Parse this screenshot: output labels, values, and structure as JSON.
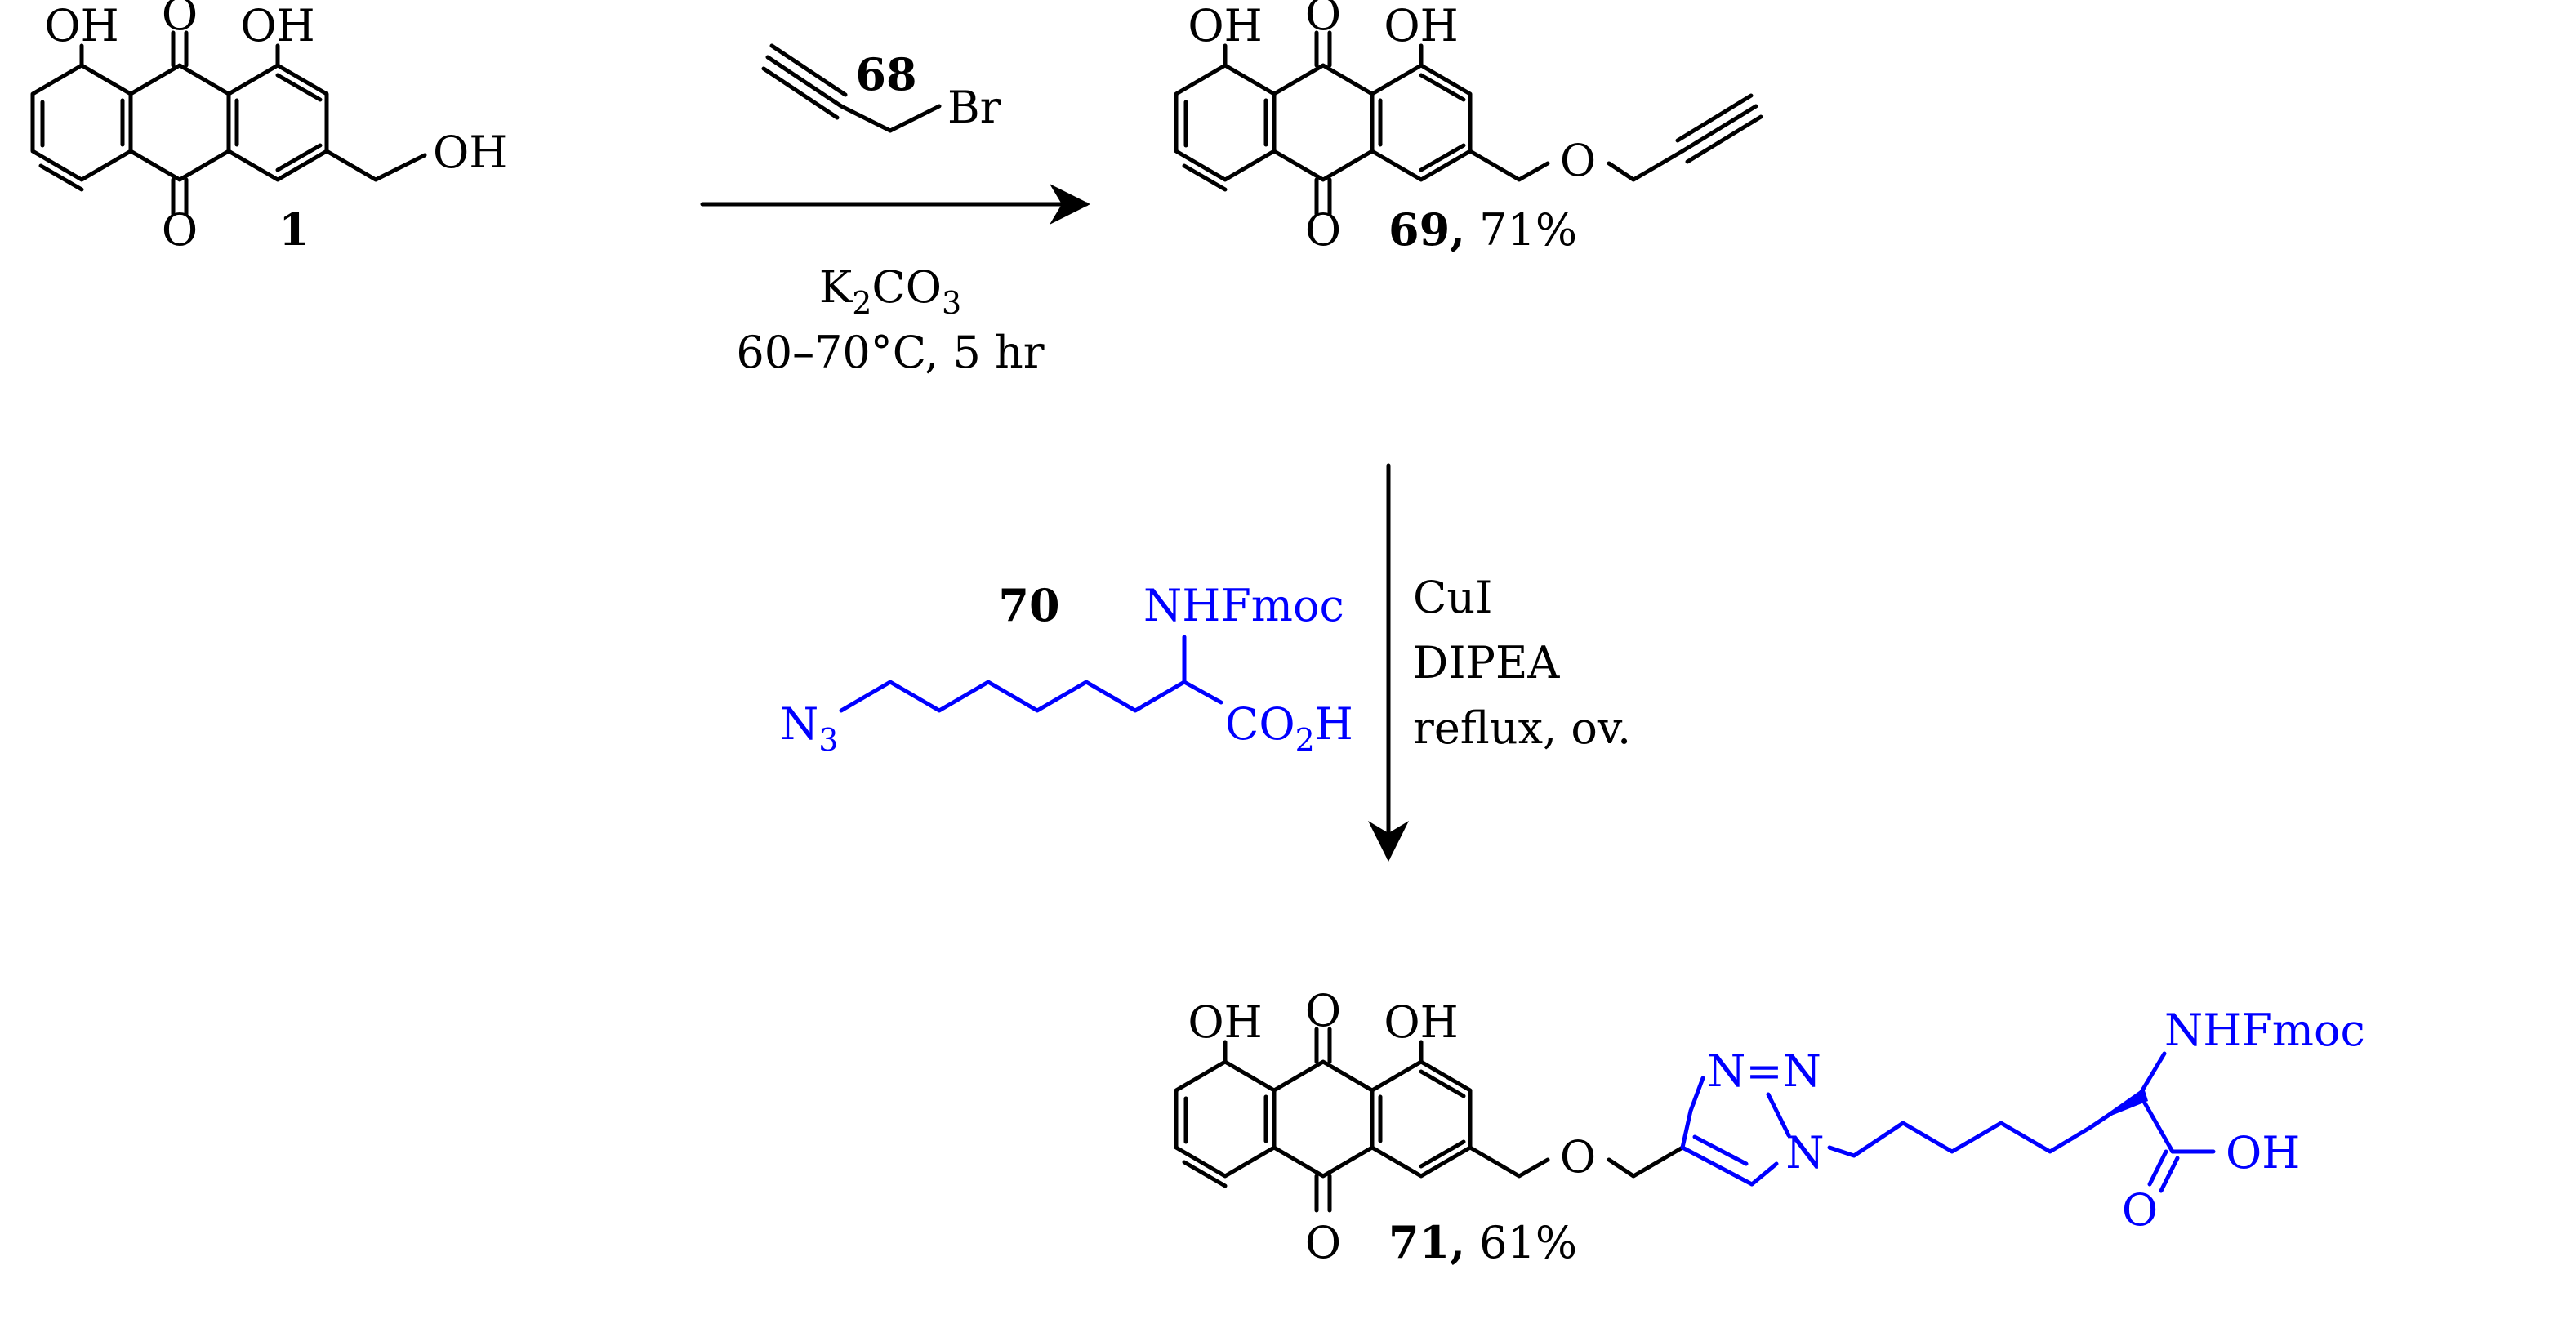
{
  "colors": {
    "ink": "#000000",
    "blue": "#0000ff"
  },
  "compound_1": {
    "oh_left": "OH",
    "oh_right": "OH",
    "o_top": "O",
    "o_bottom": "O",
    "oh_side": "OH",
    "number": "1"
  },
  "reagent_68": {
    "number": "68",
    "br": "Br"
  },
  "step1": {
    "base_main": "K",
    "base_sub1": "2",
    "base_mid": "CO",
    "base_sub2": "3",
    "conditions": "60–70°C, 5 hr"
  },
  "compound_69": {
    "oh_left": "OH",
    "oh_right": "OH",
    "o_top": "O",
    "o_bottom": "O",
    "o_ether": "O",
    "number": "69,",
    "yield": "71%"
  },
  "reagent_70": {
    "number": "70",
    "nhfmoc": "NHFmoc",
    "n": "N",
    "n_sub": "3",
    "co": "CO",
    "co_sub": "2",
    "h": "H"
  },
  "step2": {
    "line1": "CuI",
    "line2": "DIPEA",
    "line3": "reflux, ov."
  },
  "compound_71": {
    "oh_left": "OH",
    "oh_right": "OH",
    "o_top": "O",
    "o_bottom": "O",
    "o_ether": "O",
    "n_eq_n": "N=N",
    "n_ring": "N",
    "nhfmoc": "NHFmoc",
    "oh_acid": "OH",
    "o_acid": "O",
    "number": "71,",
    "yield": "61%"
  }
}
